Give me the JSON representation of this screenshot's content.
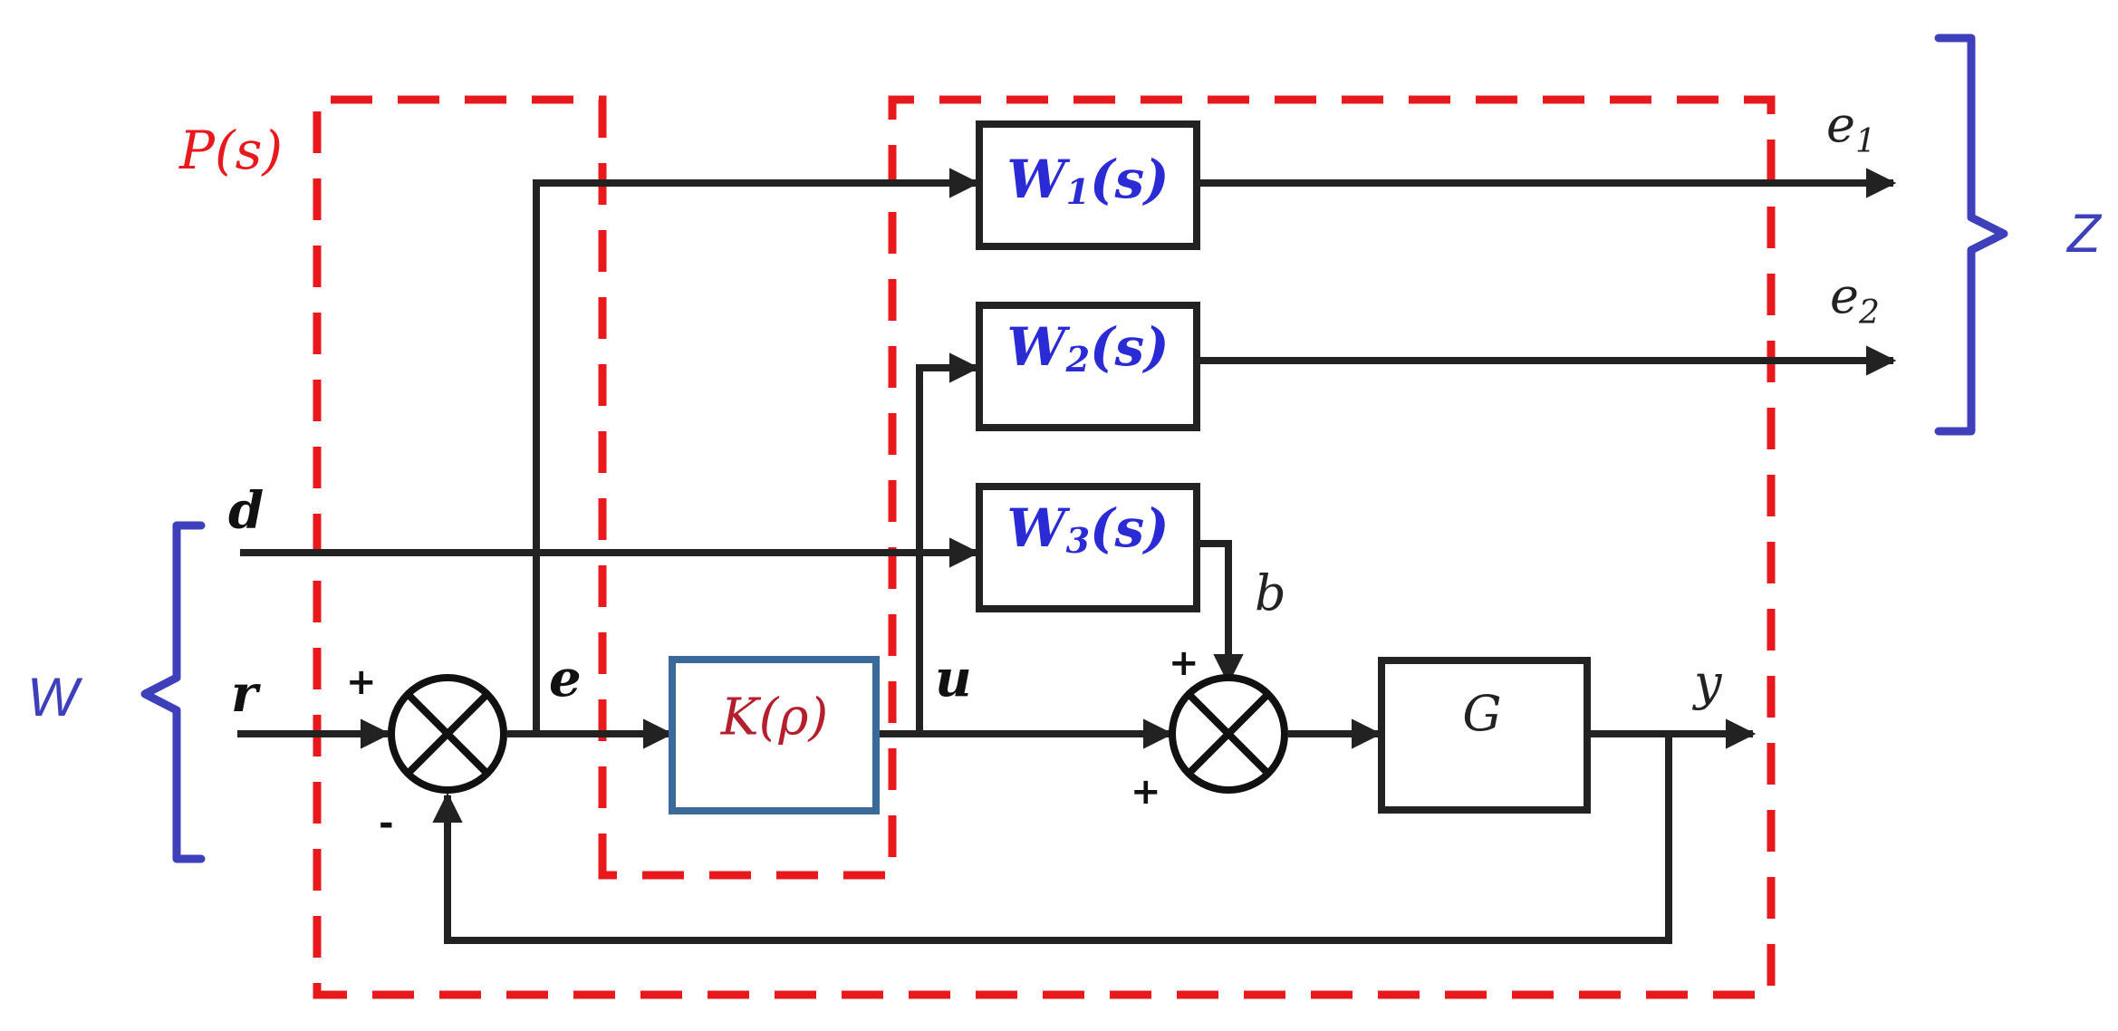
{
  "plant_label": "P(s)",
  "blocks": {
    "w1": "W1(s)",
    "w2": "W2(s)",
    "w3": "W3(s)",
    "k": "K(ρ)",
    "g": "G"
  },
  "signals": {
    "d": "d",
    "r": "r",
    "e": "e",
    "u": "u",
    "b": "b",
    "y": "y",
    "e1": "e1",
    "e2": "e2"
  },
  "signs": {
    "sum1_top": "+",
    "sum1_bottom": "-",
    "sum2_top": "+",
    "sum2_bottom": "+"
  },
  "groups": {
    "inputs": "W",
    "outputs": "Z"
  },
  "colors": {
    "wire": "#222222",
    "dashed_boundary": "#e8191d",
    "brace": "#3e3fbb",
    "controller_border": "#3b6a9a",
    "block_text": "#2b2bd6",
    "controller_text": "#b41e2d"
  }
}
